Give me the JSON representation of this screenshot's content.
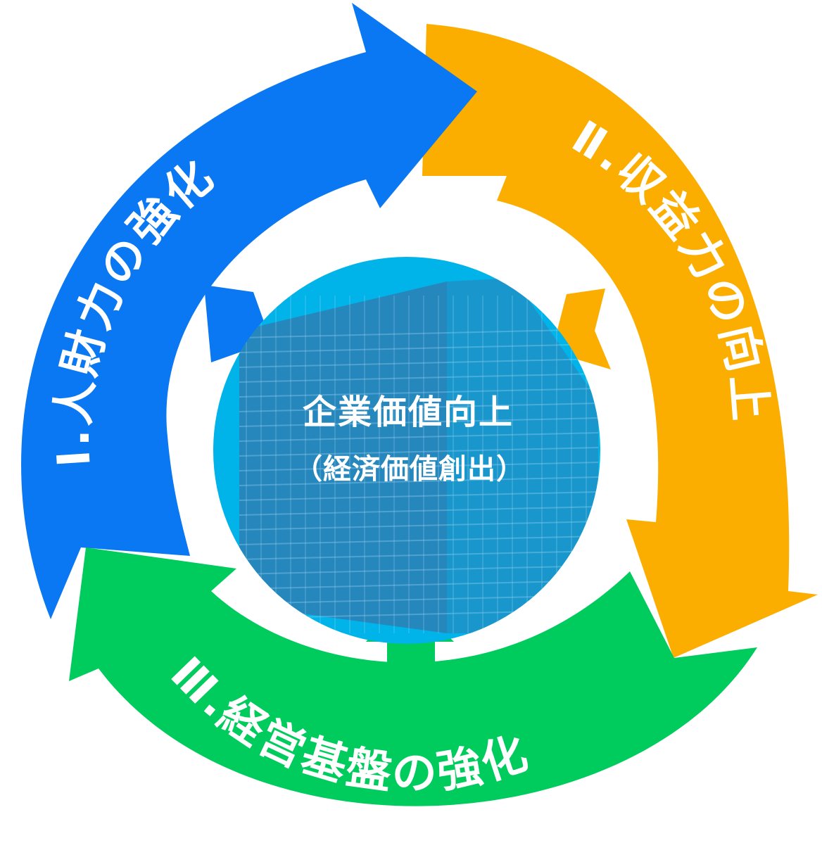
{
  "center": {
    "title": "企業価値向上",
    "subtitle": "（経済価値創出）"
  },
  "segments": [
    {
      "label": "Ⅰ.人財力の強化",
      "color": "#0a78f2"
    },
    {
      "label": "Ⅱ.収益力の向上",
      "color": "#fbae00"
    },
    {
      "label": "Ⅲ.経営基盤の強化",
      "color": "#00cc5e"
    }
  ],
  "center_color": "#00b4ea",
  "building_color": "#2d7fb5"
}
